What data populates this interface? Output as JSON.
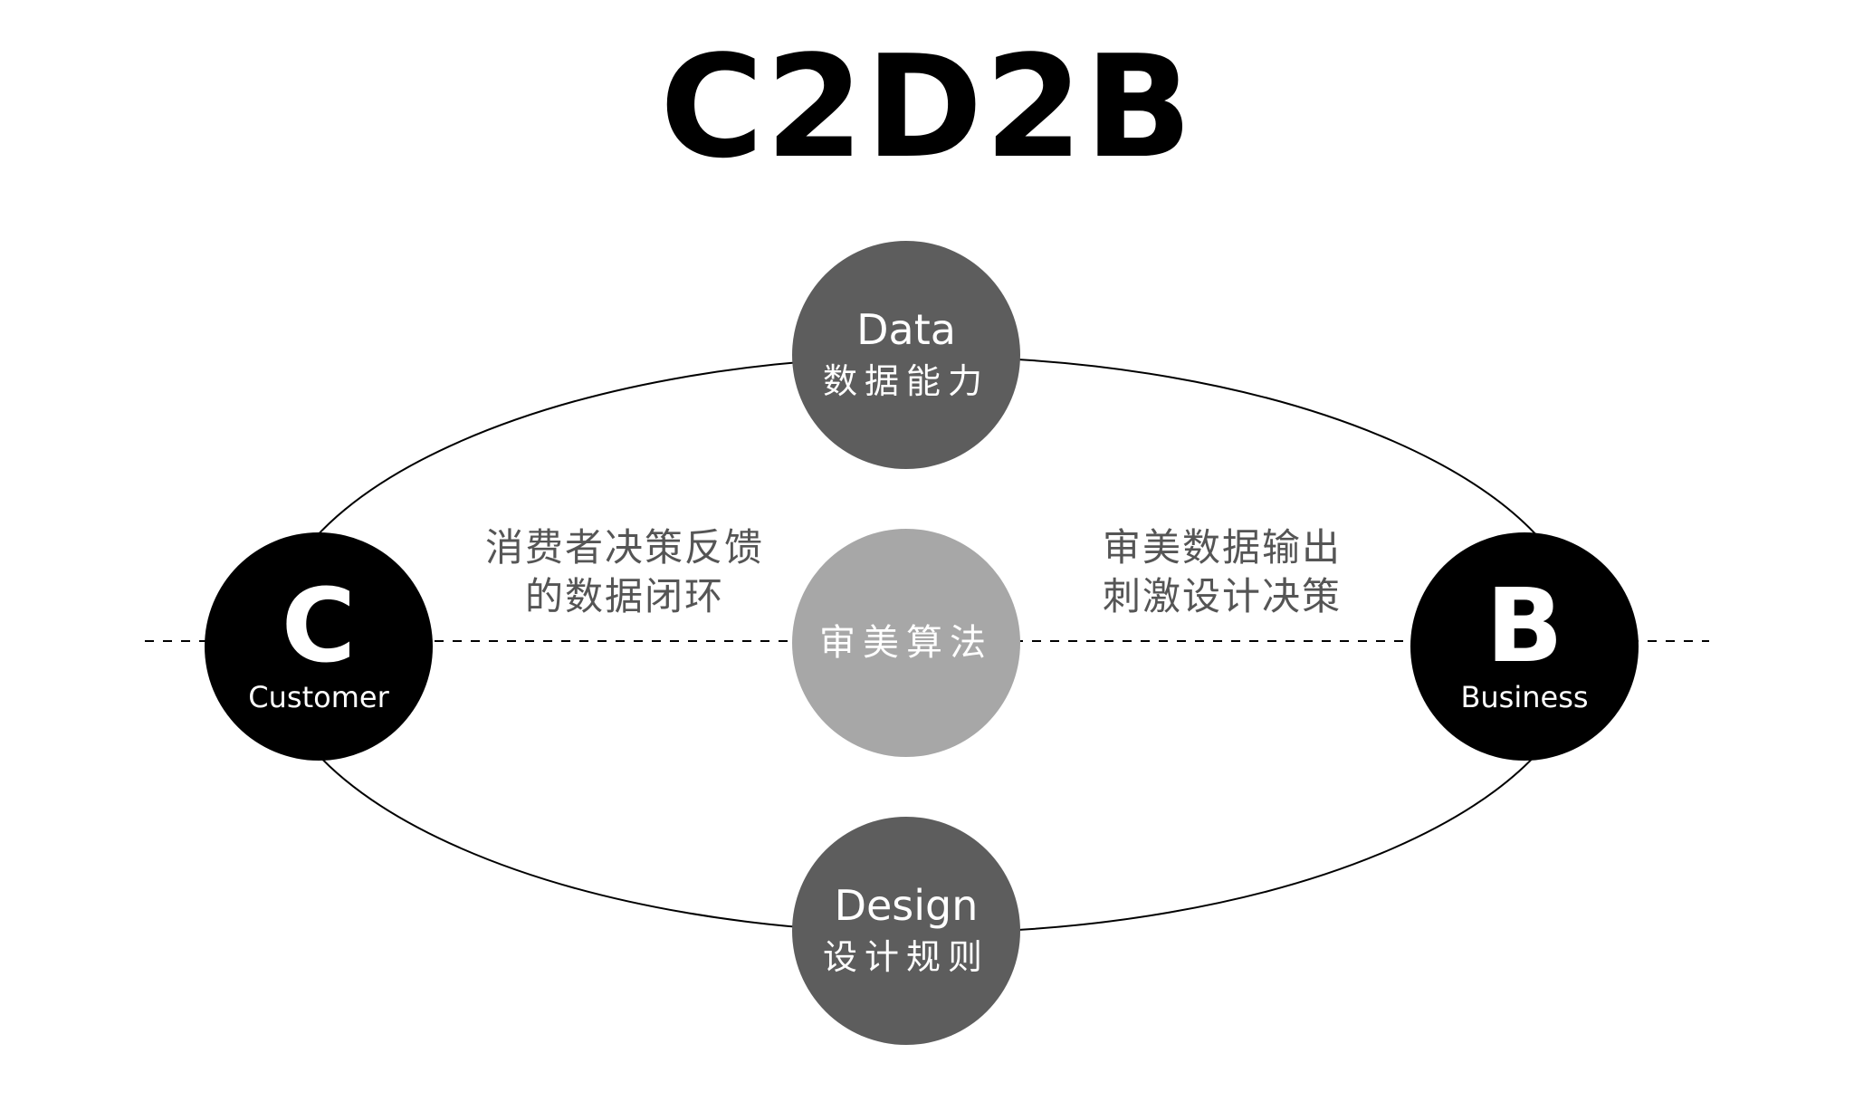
{
  "title": "C2D2B",
  "nodes": {
    "data": {
      "en": "Data",
      "zh": "数据能力"
    },
    "design": {
      "en": "Design",
      "zh": "设计规则"
    },
    "center": {
      "zh": "审美算法"
    },
    "customer": {
      "letter": "C",
      "label": "Customer"
    },
    "business": {
      "letter": "B",
      "label": "Business"
    }
  },
  "descriptions": {
    "left": [
      "消费者决策反馈",
      "的数据闭环"
    ],
    "right": [
      "审美数据输出",
      "刺激设计决策"
    ]
  },
  "colors": {
    "dark_node": "#000000",
    "gray_node": "#5d5d5d",
    "light_node": "#a7a7a7",
    "line": "#000000"
  }
}
